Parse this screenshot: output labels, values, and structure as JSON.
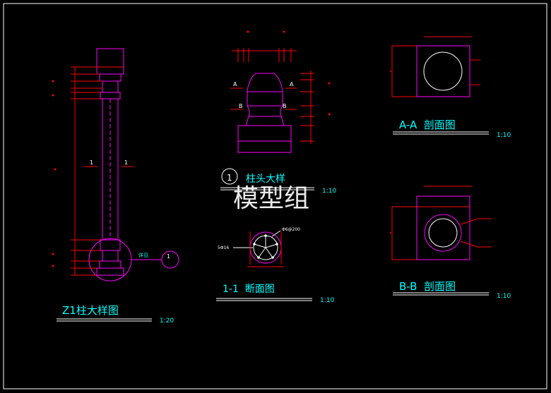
{
  "colors": {
    "background": "#000000",
    "frame": "#ffffff",
    "outline": "#ff00ff",
    "dimension": "#ff0000",
    "annotation": "#00ffff",
    "watermark": "#ffffff"
  },
  "watermark": "模型组",
  "views": {
    "column": {
      "title": "Z1柱大样图",
      "scale": "1:20",
      "cut_mark": "1",
      "callout": "1",
      "note": "详见"
    },
    "capital": {
      "number": "1",
      "title": "柱头大样",
      "scale": "1:10",
      "mark_a": "A",
      "mark_b": "B"
    },
    "section_1": {
      "title": "1-1  断面图",
      "scale": "1:10",
      "rebar_stirrup": "Φ6@200",
      "rebar_main": "5Φ16"
    },
    "section_a": {
      "title": "A-A  剖面图",
      "scale": "1:10"
    },
    "section_b": {
      "title": "B-B  剖面图",
      "scale": "1:10"
    }
  }
}
